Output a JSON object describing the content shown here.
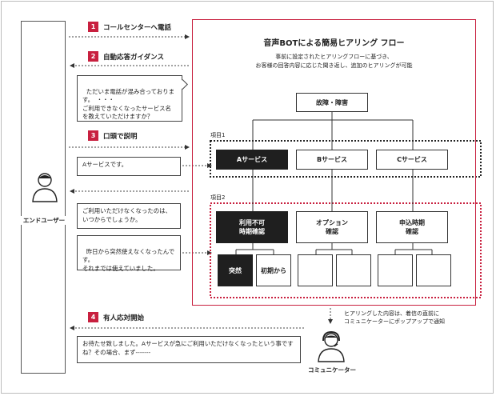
{
  "steps": [
    {
      "num": "1",
      "label": "コールセンターへ電話"
    },
    {
      "num": "2",
      "label": "自動応答ガイダンス"
    },
    {
      "num": "3",
      "label": "口頭で説明"
    },
    {
      "num": "4",
      "label": "有人応対開始"
    }
  ],
  "end_user": {
    "label": "エンドユーザー"
  },
  "bubbles": {
    "guidance": "ただいま電話が混み合っております。　・・・\nご利用できなくなったサービス名を教えていただけますか？",
    "user_service": "Aサービスです。",
    "bot_when": "ご利用いただけなくなったのは、いつからでしょうか。",
    "user_when": "昨日から突然使えなくなったんです。\nそれまでは使えていました。",
    "operator": "お待たせ致しました。Aサービスが急にご利用いただけなくなったという事ですね？その場合、まず-------"
  },
  "panel": {
    "title": "音声BOTによる簡易ヒアリング フロー",
    "subtitle_1": "事前に設定されたヒアリングフローに基づき、",
    "subtitle_2": "お客様の回答内容に応じた聞き返し、追加のヒアリングが可能",
    "root": "故障・障害",
    "item1_label": "項目1",
    "item2_label": "項目2",
    "item1": [
      "Aサービス",
      "Bサービス",
      "Cサービス"
    ],
    "item2": [
      "利用不可\n時期確認",
      "オプション\n確認",
      "申込時期\n確認"
    ],
    "leaf": [
      "突然",
      "初期から"
    ]
  },
  "communicator": {
    "label": "コミュニケーター",
    "note_1": "ヒアリングした内容は、着信の直前に",
    "note_2": "コミュニケーターにポップアップで通知"
  },
  "colors": {
    "accent": "#c8203f",
    "dark": "#1f1f1f"
  }
}
